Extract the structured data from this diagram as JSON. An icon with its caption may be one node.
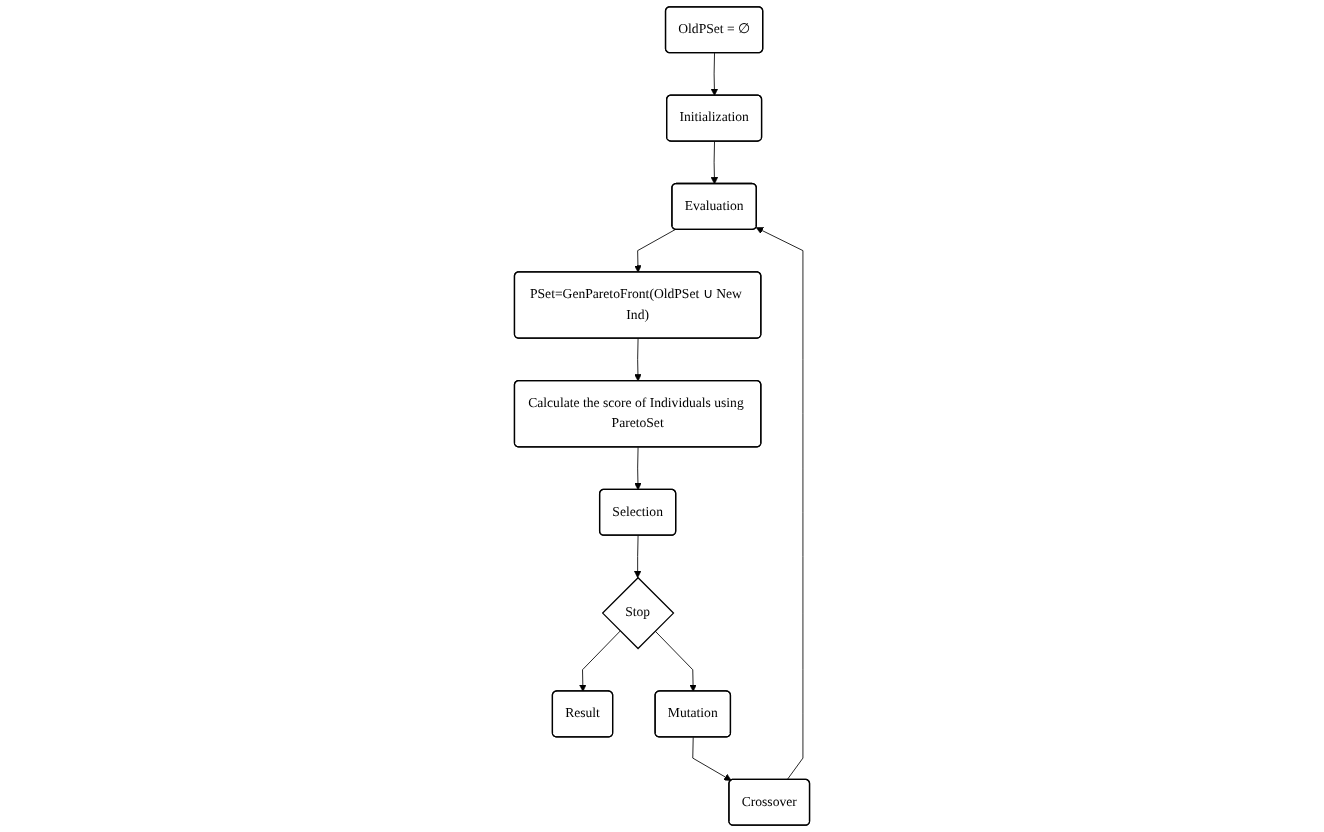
{
  "diagram": {
    "nodes": [
      {
        "text": [
          "OldPSet = ∅"
        ]
      },
      {
        "text": [
          "Initialization"
        ]
      },
      {
        "text": [
          "Evaluation"
        ]
      },
      {
        "text": [
          "PSet=GenParetoFront(OldPSet ∪ New Ind)"
        ]
      },
      {
        "text": [
          "Calculate the score of Individuals using ParetoSet"
        ]
      },
      {
        "text": [
          "Selection"
        ]
      },
      {
        "text": [
          "Stop"
        ]
      },
      {
        "text": [
          "Result"
        ]
      },
      {
        "text": [
          "Mutation"
        ]
      },
      {
        "text": [
          "Crossover"
        ]
      }
    ],
    "edges": [
      {
        "from": 0,
        "to": 1,
        "arrow": "to"
      },
      {
        "from": 1,
        "to": 2,
        "arrow": "to"
      },
      {
        "from": 2,
        "to": 3,
        "arrow": "to"
      },
      {
        "from": 3,
        "to": 4,
        "arrow": "to"
      },
      {
        "from": 4,
        "to": 5,
        "arrow": "to"
      },
      {
        "from": 5,
        "to": 6,
        "arrow": "to"
      },
      {
        "from": 6,
        "to": 7,
        "arrow": "to"
      },
      {
        "from": 6,
        "to": 8,
        "arrow": "to"
      },
      {
        "from": 8,
        "to": 9,
        "arrow": "to"
      },
      {
        "from": 9,
        "to": 2,
        "arrow": "to"
      }
    ]
  }
}
